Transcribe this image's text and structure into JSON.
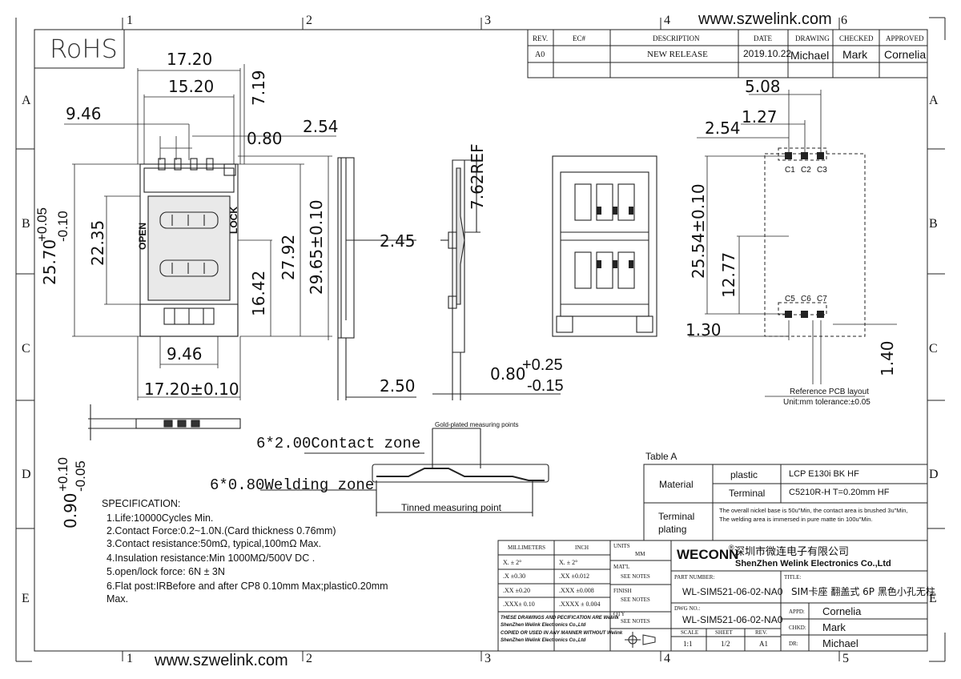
{
  "website": "www.szwelink.com",
  "grid": {
    "cols": [
      "1",
      "2",
      "3",
      "4",
      "5",
      "6"
    ],
    "rows": [
      "A",
      "B",
      "C",
      "D",
      "E"
    ]
  },
  "rohs": "RoHS",
  "revision_table": {
    "headers": [
      "REV.",
      "EC#",
      "DESCRIPTION",
      "DATE",
      "DRAWING",
      "CHECKED",
      "APPROVED"
    ],
    "row": [
      "A0",
      "",
      "NEW RELEASE",
      "2019.10.22",
      "Michael",
      "Mark",
      "Cornelia"
    ]
  },
  "dimensions": {
    "w1720": "17.20",
    "w1520": "15.20",
    "h719": "7.19",
    "w946": "9.46",
    "w080": "0.80",
    "w254": "2.54",
    "h2570": "25.70",
    "tol_p005": "+0.05",
    "tol_m010": "-0.10",
    "h2235": "22.35",
    "h1642": "16.42",
    "h2792": "27.92",
    "h2965": "29.65±0.10",
    "w946b": "9.46",
    "w1720t": "17.20±0.10",
    "w245": "2.45",
    "w250": "2.50",
    "h762": "7.62REF",
    "w080b": "0.80",
    "tol_p025": "+0.25",
    "tol_m015": "-0.15",
    "h090": "0.90",
    "tol_p010": "+0.10",
    "tol_m005": "-0.05",
    "pcb_508": "5.08",
    "pcb_127": "1.27",
    "pcb_254": "2.54",
    "pcb_2554": "25.54±0.10",
    "pcb_1277": "12.77",
    "pcb_130": "1.30",
    "pcb_140": "1.40"
  },
  "side_labels": {
    "open": "OPEN",
    "lock": "LOCK"
  },
  "pcb": {
    "pads_top": [
      "C1",
      "C2",
      "C3"
    ],
    "pads_bottom": [
      "C5",
      "C6",
      "C7"
    ],
    "title": "Reference PCB layout",
    "tolerance": "Unit:mm tolerance:±0.05"
  },
  "zones": {
    "contact": "6*2.00Contact zone",
    "welding": "6*0.80Welding zone",
    "gold": "Gold-plated measuring points",
    "tinned": "Tinned measuring point"
  },
  "table_a": {
    "title": "Table A",
    "material": "Material",
    "plastic": "plastic",
    "plastic_val": "LCP E130i BK HF",
    "terminal": "Terminal",
    "terminal_val": "C5210R-H T=0.20mm HF",
    "plating": "Terminal\nplating",
    "plating_line1": "The overall nickel base is 50u\"Min, the contact area is brushed 3u\"Min,",
    "plating_line2": "The welding area is immersed in pure matte tin 100u\"Min."
  },
  "spec": {
    "title": "SPECIFICATION:",
    "items": [
      "1.Life:10000Cycles Min.",
      "2.Contact Force:0.2~1.0N.(Card thickness 0.76mm)",
      "3.Contact resistance:50mΩ, typical,100mΩ Max.",
      "4.Insulation resistance:Min 1000MΩ/500V DC .",
      "5.open/lock force: 6N ± 3N",
      "6.Flat post:IRBefore and after CP8 0.10mm Max;plastic0.20mm",
      "Max."
    ]
  },
  "title_block": {
    "millimeters": "MILLIMETERS",
    "inch": "INCH",
    "units": "UNITS",
    "mm": "MM",
    "tol_rows": [
      [
        "X.  ± 2°",
        "X.  ± 2°"
      ],
      [
        ".X   ±0.30",
        ".XX   ±0.012"
      ],
      [
        ".XX  ±0.20",
        ".XXX  ±0.008"
      ],
      [
        ".XXX± 0.10",
        ".XXXX ± 0.004"
      ]
    ],
    "matl": "MAT'L",
    "finish": "FINISH",
    "qty": "QTY",
    "see_notes": "SEE NOTES",
    "notice": [
      "THESE DRAWINGS AND PECIFICATION  ARE Welink",
      "ShenZhen Welink Electronics Co.,Ltd",
      "COPIED OR USED IN ANY MANNER WITHOUT Welink",
      "ShenZhen Welink Electronics Co.,Ltd"
    ],
    "brand": "WECONN",
    "reg": "®",
    "company_cn": "深圳市微连电子有限公司",
    "company_en": "ShenZhen Welink Electronics Co.,Ltd",
    "part_label": "PART NUMBER:",
    "part": "WL-SIM521-06-02-NA0",
    "title_label": "TITLE:",
    "title": "SIM卡座 翻盖式 6P 黑色小孔无柱",
    "dwg_label": "DWG NO.:",
    "dwg": "WL-SIM521-06-02-NA0",
    "appd_label": "APPD:",
    "appd": "Cornelia",
    "chkd_label": "CHKD:",
    "chkd": "Mark",
    "dr_label": "DR:",
    "dr": "Michael",
    "scale_label": "SCALE",
    "scale": "1:1",
    "sheet_label": "SHEET",
    "sheet": "1/2",
    "rev_label": "REV.",
    "rev": "A1"
  }
}
